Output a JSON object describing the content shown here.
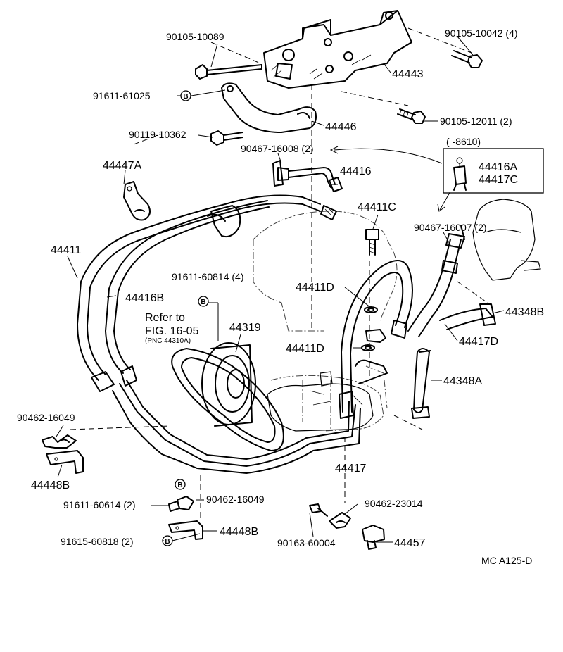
{
  "diagram_code": "MC  A125-D",
  "reference": {
    "line1": "Refer to",
    "line2": "FIG. 16-05",
    "line3": "(PNC 44310A)"
  },
  "range_box": {
    "range": "(      -8610)",
    "part_a": "44416A",
    "part_b": "44417C"
  },
  "callouts": {
    "p90105_10089": "90105-10089",
    "p90105_10042": "90105-10042 (4)",
    "p44443": "44443",
    "p91611_61025": "91611-61025",
    "p90105_12011": "90105-12011 (2)",
    "p90119_10362": "90119-10362",
    "p44446": "44446",
    "p90467_16008": "90467-16008 (2)",
    "p44447A": "44447A",
    "p44416": "44416",
    "p44411C": "44411C",
    "p90467_16007": "90467-16007 (2)",
    "p44411": "44411",
    "p91611_60814": "91611-60814 (4)",
    "p44416B": "44416B",
    "p44411D_top": "44411D",
    "p44348B": "44348B",
    "p44319": "44319",
    "p44417D": "44417D",
    "p44411D_mid": "44411D",
    "p44348A": "44348A",
    "p90462_16049_left": "90462-16049",
    "p44448B_left": "44448B",
    "p44417": "44417",
    "p91611_60614": "91611-60614 (2)",
    "p90462_16049_center": "90462-16049",
    "p90462_23014": "90462-23014",
    "p91615_60818": "91615-60818 (2)",
    "p44448B_center": "44448B",
    "p90163_60004": "90163-60004",
    "p44457": "44457"
  },
  "markers": {
    "b": "B"
  }
}
